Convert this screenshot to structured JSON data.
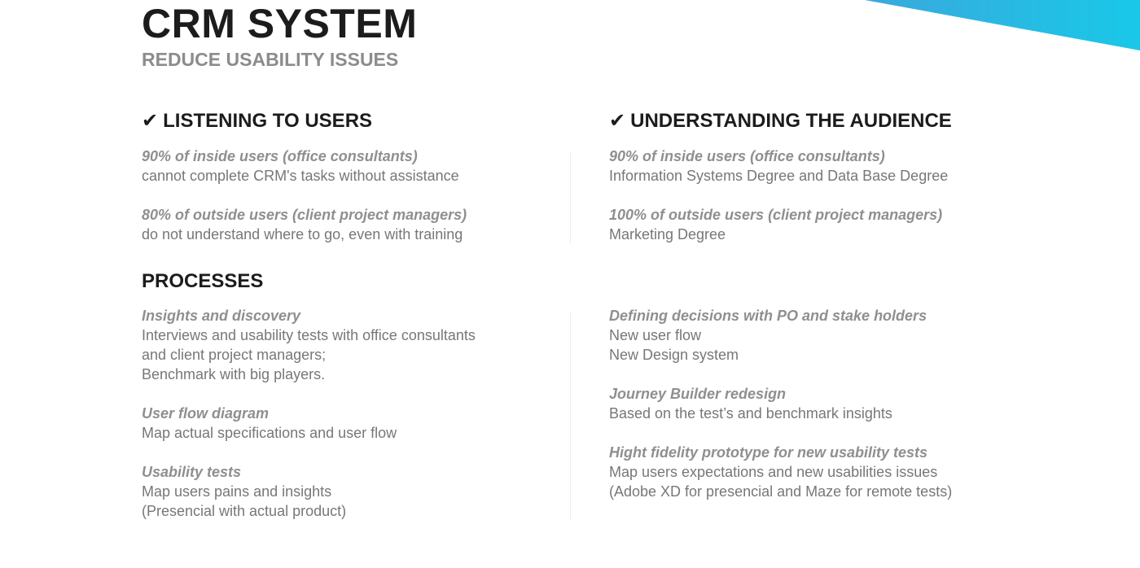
{
  "header": {
    "title": "CRM SYSTEM",
    "subtitle": "REDUCE USABILITY ISSUES"
  },
  "colors": {
    "accent_start": "#3aa8dc",
    "accent_end": "#19c8e8"
  },
  "listening": {
    "check_icon": "✔",
    "heading": "LISTENING TO USERS",
    "items": [
      {
        "lead": "90% of inside users (office consultants)",
        "lines": [
          "cannot complete CRM's tasks without assistance"
        ]
      },
      {
        "lead": "80% of outside users (client project managers)",
        "lines": [
          "do not understand where to go, even with training"
        ]
      }
    ]
  },
  "audience": {
    "check_icon": "✔",
    "heading": "UNDERSTANDING THE AUDIENCE",
    "items": [
      {
        "lead": "90% of inside users (office consultants)",
        "lines": [
          "Information Systems Degree and Data Base Degree"
        ]
      },
      {
        "lead": "100% of outside users (client project managers)",
        "lines": [
          "Marketing Degree"
        ]
      }
    ]
  },
  "processes": {
    "heading": "PROCESSES",
    "left": [
      {
        "lead": "Insights and discovery",
        "lines": [
          "Interviews and usability tests with office consultants",
          "and client project managers;",
          "Benchmark with big players."
        ]
      },
      {
        "lead": "User flow diagram",
        "lines": [
          "Map actual specifications and user flow"
        ]
      },
      {
        "lead": "Usability tests",
        "lines": [
          "Map users pains and insights",
          "(Presencial with actual product)"
        ]
      }
    ],
    "right": [
      {
        "lead": "Defining decisions with PO and stake holders",
        "lines": [
          "New user flow",
          "New Design system"
        ]
      },
      {
        "lead": "Journey Builder redesign",
        "lines": [
          "Based on the test’s and benchmark insights"
        ]
      },
      {
        "lead": "Hight fidelity prototype for new usability tests",
        "lines": [
          "Map users expectations and new usabilities issues",
          "(Adobe XD for presencial and Maze for remote tests)"
        ]
      }
    ]
  }
}
